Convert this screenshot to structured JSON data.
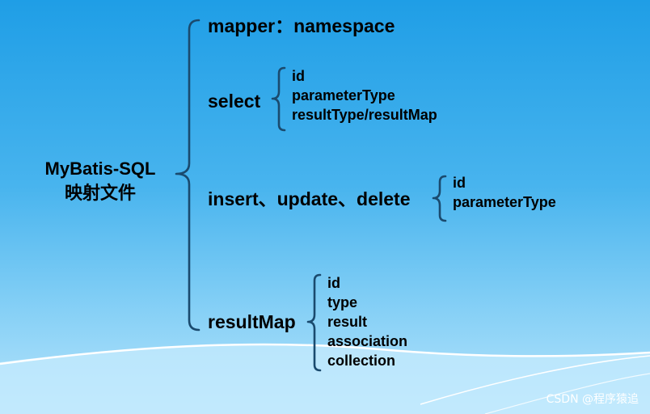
{
  "diagram": {
    "root": {
      "line1": "MyBatis-SQL",
      "line2": "映射文件"
    },
    "branches": [
      {
        "label": "mapper：namespace",
        "children": []
      },
      {
        "label": "select",
        "children": [
          "id",
          "parameterType",
          "resultType/resultMap"
        ]
      },
      {
        "label": "insert、update、delete",
        "children": [
          "id",
          "parameterType"
        ]
      },
      {
        "label": "resultMap",
        "children": [
          "id",
          "type",
          "result",
          "association",
          "collection"
        ]
      }
    ]
  },
  "watermark": "CSDN @程序猿追",
  "colors": {
    "background_top": "#1f9ee6",
    "background_bottom": "#b7e4fb",
    "bracket": "#1a4a6e",
    "text": "#000000"
  }
}
